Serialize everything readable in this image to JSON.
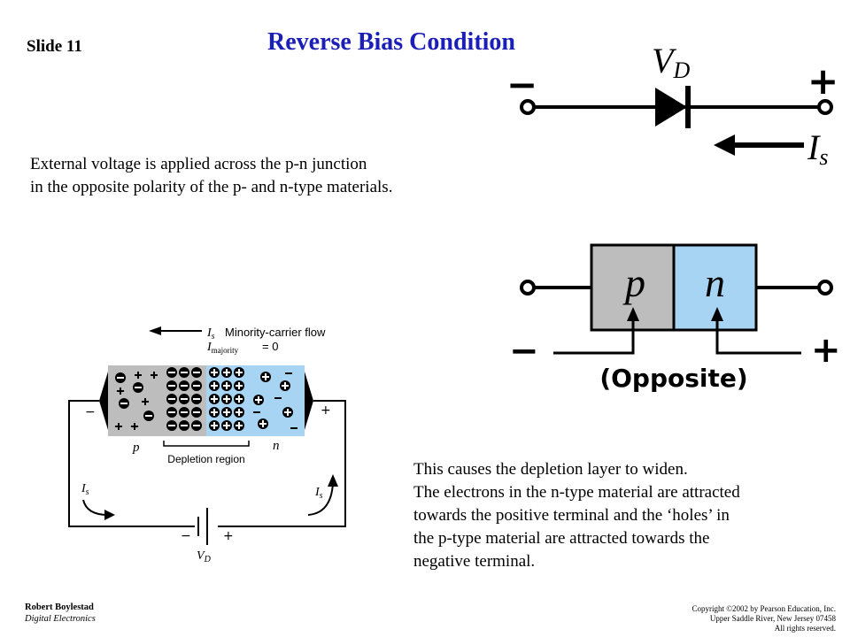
{
  "slide": {
    "number_label": "Slide 11",
    "title": "Reverse Bias Condition",
    "title_color": "#1b1fb8"
  },
  "intro_text": [
    "External voltage is applied across the p-n junction",
    "in the opposite polarity of the p- and n-type materials."
  ],
  "explanation_text": [
    "This causes the depletion layer to widen.",
    "The electrons in the n-type material are attracted",
    "towards the positive terminal and the ‘holes’ in",
    "the p-type material are attracted towards the",
    "negative terminal."
  ],
  "diode_symbol": {
    "voltage_label": "V",
    "voltage_subscript": "D",
    "minus_sign": "−",
    "plus_sign": "+",
    "current_label": "I",
    "current_subscript": "s"
  },
  "junction_block": {
    "p_label": "p",
    "n_label": "n",
    "minus_sign": "−",
    "plus_sign": "+",
    "caption": "(Opposite)",
    "p_color": "#bdbdbd",
    "n_color": "#a8d4f4"
  },
  "circuit": {
    "flow_label": "Minority-carrier flow",
    "current_label": "I",
    "current_subscript": "s",
    "majority_label": "I",
    "majority_subscript": "majority",
    "majority_value": "= 0",
    "p_label": "p",
    "n_label": "n",
    "depletion_label": "Depletion region",
    "battery_label": "V",
    "battery_subscript": "D",
    "minus_sign": "−",
    "plus_sign": "+",
    "p_color": "#bdbdbd",
    "n_color": "#a8d4f4"
  },
  "footer": {
    "author": "Robert Boylestad",
    "book": "Digital Electronics",
    "copyright_lines": [
      "Copyright ©2002 by Pearson Education, Inc.",
      "Upper Saddle River, New Jersey 07458",
      "All rights reserved."
    ]
  }
}
